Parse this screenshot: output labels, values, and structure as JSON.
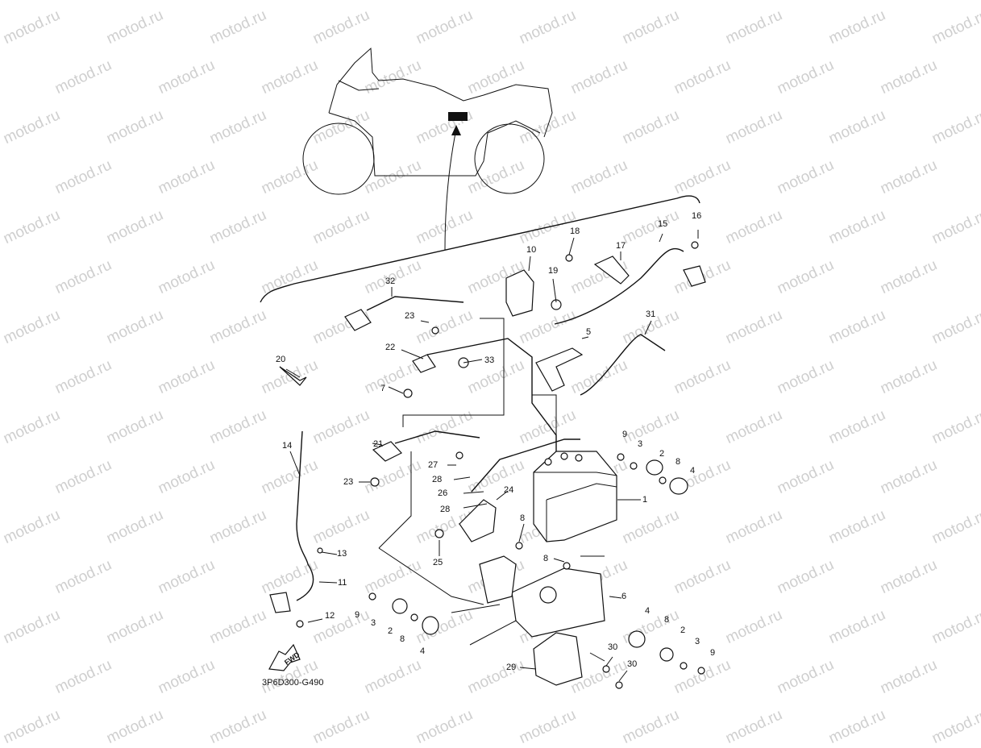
{
  "diagram": {
    "watermark": "motod.ru",
    "drawing_code": "3P6D300-G490",
    "fwd_arrow_text": "FWD",
    "callouts": [
      "1",
      "2",
      "2",
      "2",
      "3",
      "3",
      "3",
      "4",
      "4",
      "4",
      "5",
      "6",
      "7",
      "8",
      "8",
      "8",
      "8",
      "8",
      "9",
      "9",
      "9",
      "10",
      "11",
      "12",
      "13",
      "14",
      "15",
      "16",
      "17",
      "18",
      "19",
      "20",
      "21",
      "22",
      "23",
      "23",
      "24",
      "25",
      "26",
      "27",
      "28",
      "28",
      "29",
      "30",
      "30",
      "31",
      "32",
      "33"
    ]
  }
}
